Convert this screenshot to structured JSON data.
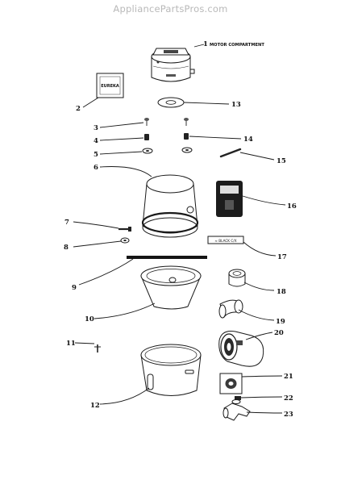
{
  "watermark": "AppliancePartsPros.com",
  "badge_text": "EUREKA",
  "plate_text": "≈ BLACK C/X",
  "callouts": {
    "p1": {
      "number": "1",
      "caption": "MOTOR COMPARTMENT"
    },
    "p2": {
      "number": "2"
    },
    "p3": {
      "number": "3"
    },
    "p4": {
      "number": "4"
    },
    "p5": {
      "number": "5"
    },
    "p6": {
      "number": "6"
    },
    "p7": {
      "number": "7"
    },
    "p8": {
      "number": "8"
    },
    "p9": {
      "number": "9"
    },
    "p10": {
      "number": "10"
    },
    "p11": {
      "number": "11"
    },
    "p12": {
      "number": "12"
    },
    "p13": {
      "number": "13"
    },
    "p14": {
      "number": "14"
    },
    "p15": {
      "number": "15"
    },
    "p16": {
      "number": "16"
    },
    "p17": {
      "number": "17"
    },
    "p18": {
      "number": "18"
    },
    "p19": {
      "number": "19"
    },
    "p20": {
      "number": "20"
    },
    "p21": {
      "number": "21"
    },
    "p22": {
      "number": "22"
    },
    "p23": {
      "number": "23"
    }
  }
}
